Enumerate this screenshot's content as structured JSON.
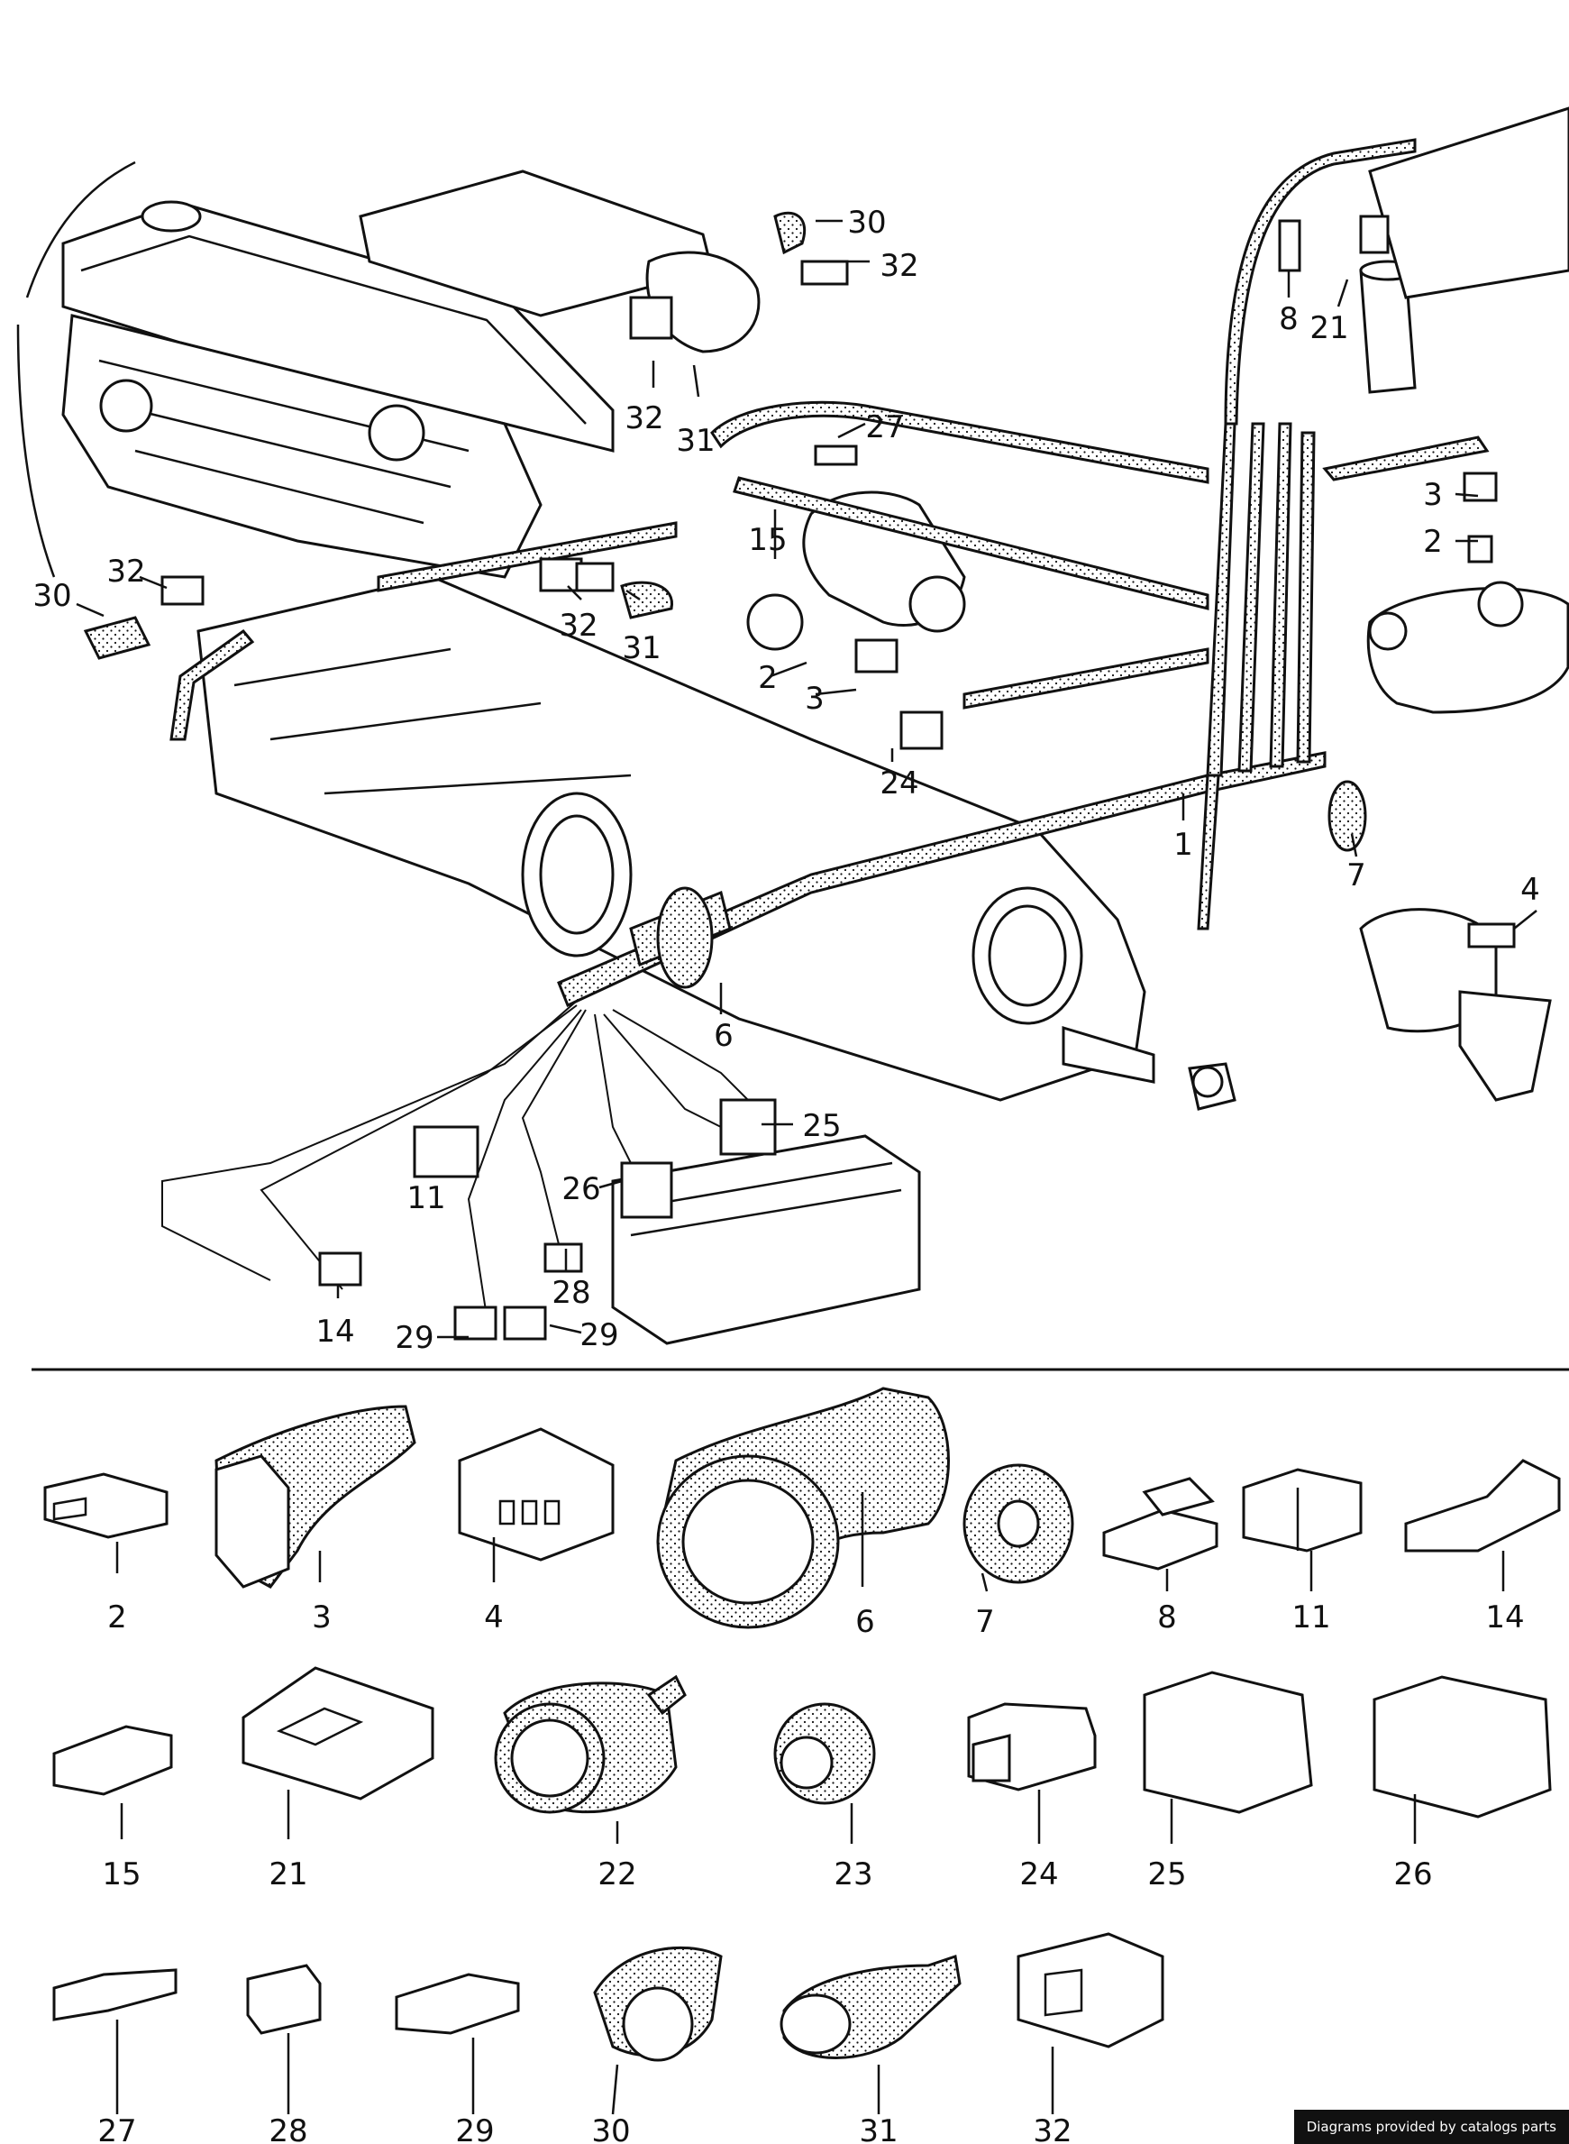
{
  "credit": "Diagrams provided by catalogs parts",
  "callouts_upper": [
    {
      "id": "u30a",
      "text": "30"
    },
    {
      "id": "u32a",
      "text": "32"
    },
    {
      "id": "u8",
      "text": "8"
    },
    {
      "id": "u21",
      "text": "21"
    },
    {
      "id": "u32b",
      "text": "32"
    },
    {
      "id": "u31a",
      "text": "31"
    },
    {
      "id": "u27",
      "text": "27"
    },
    {
      "id": "u3a",
      "text": "3"
    },
    {
      "id": "u2a",
      "text": "2"
    },
    {
      "id": "u15",
      "text": "15"
    },
    {
      "id": "u32c",
      "text": "32"
    },
    {
      "id": "u30b",
      "text": "30"
    },
    {
      "id": "u32d",
      "text": "32"
    },
    {
      "id": "u31b",
      "text": "31"
    },
    {
      "id": "u2b",
      "text": "2"
    },
    {
      "id": "u3b",
      "text": "3"
    },
    {
      "id": "u24",
      "text": "24"
    },
    {
      "id": "u1",
      "text": "1"
    },
    {
      "id": "u7",
      "text": "7"
    },
    {
      "id": "u4",
      "text": "4"
    },
    {
      "id": "u6",
      "text": "6"
    },
    {
      "id": "u25",
      "text": "25"
    },
    {
      "id": "u26",
      "text": "26"
    },
    {
      "id": "u11",
      "text": "11"
    },
    {
      "id": "u28",
      "text": "28"
    },
    {
      "id": "u14",
      "text": "14"
    },
    {
      "id": "u29a",
      "text": "29"
    },
    {
      "id": "u29b",
      "text": "29"
    }
  ],
  "parts_legend": [
    {
      "text": "2"
    },
    {
      "text": "3"
    },
    {
      "text": "4"
    },
    {
      "text": "6"
    },
    {
      "text": "7"
    },
    {
      "text": "8"
    },
    {
      "text": "11"
    },
    {
      "text": "14"
    },
    {
      "text": "15"
    },
    {
      "text": "21"
    },
    {
      "text": "22"
    },
    {
      "text": "23"
    },
    {
      "text": "24"
    },
    {
      "text": "25"
    },
    {
      "text": "26"
    },
    {
      "text": "27"
    },
    {
      "text": "28"
    },
    {
      "text": "29"
    },
    {
      "text": "30"
    },
    {
      "text": "31"
    },
    {
      "text": "32"
    }
  ]
}
